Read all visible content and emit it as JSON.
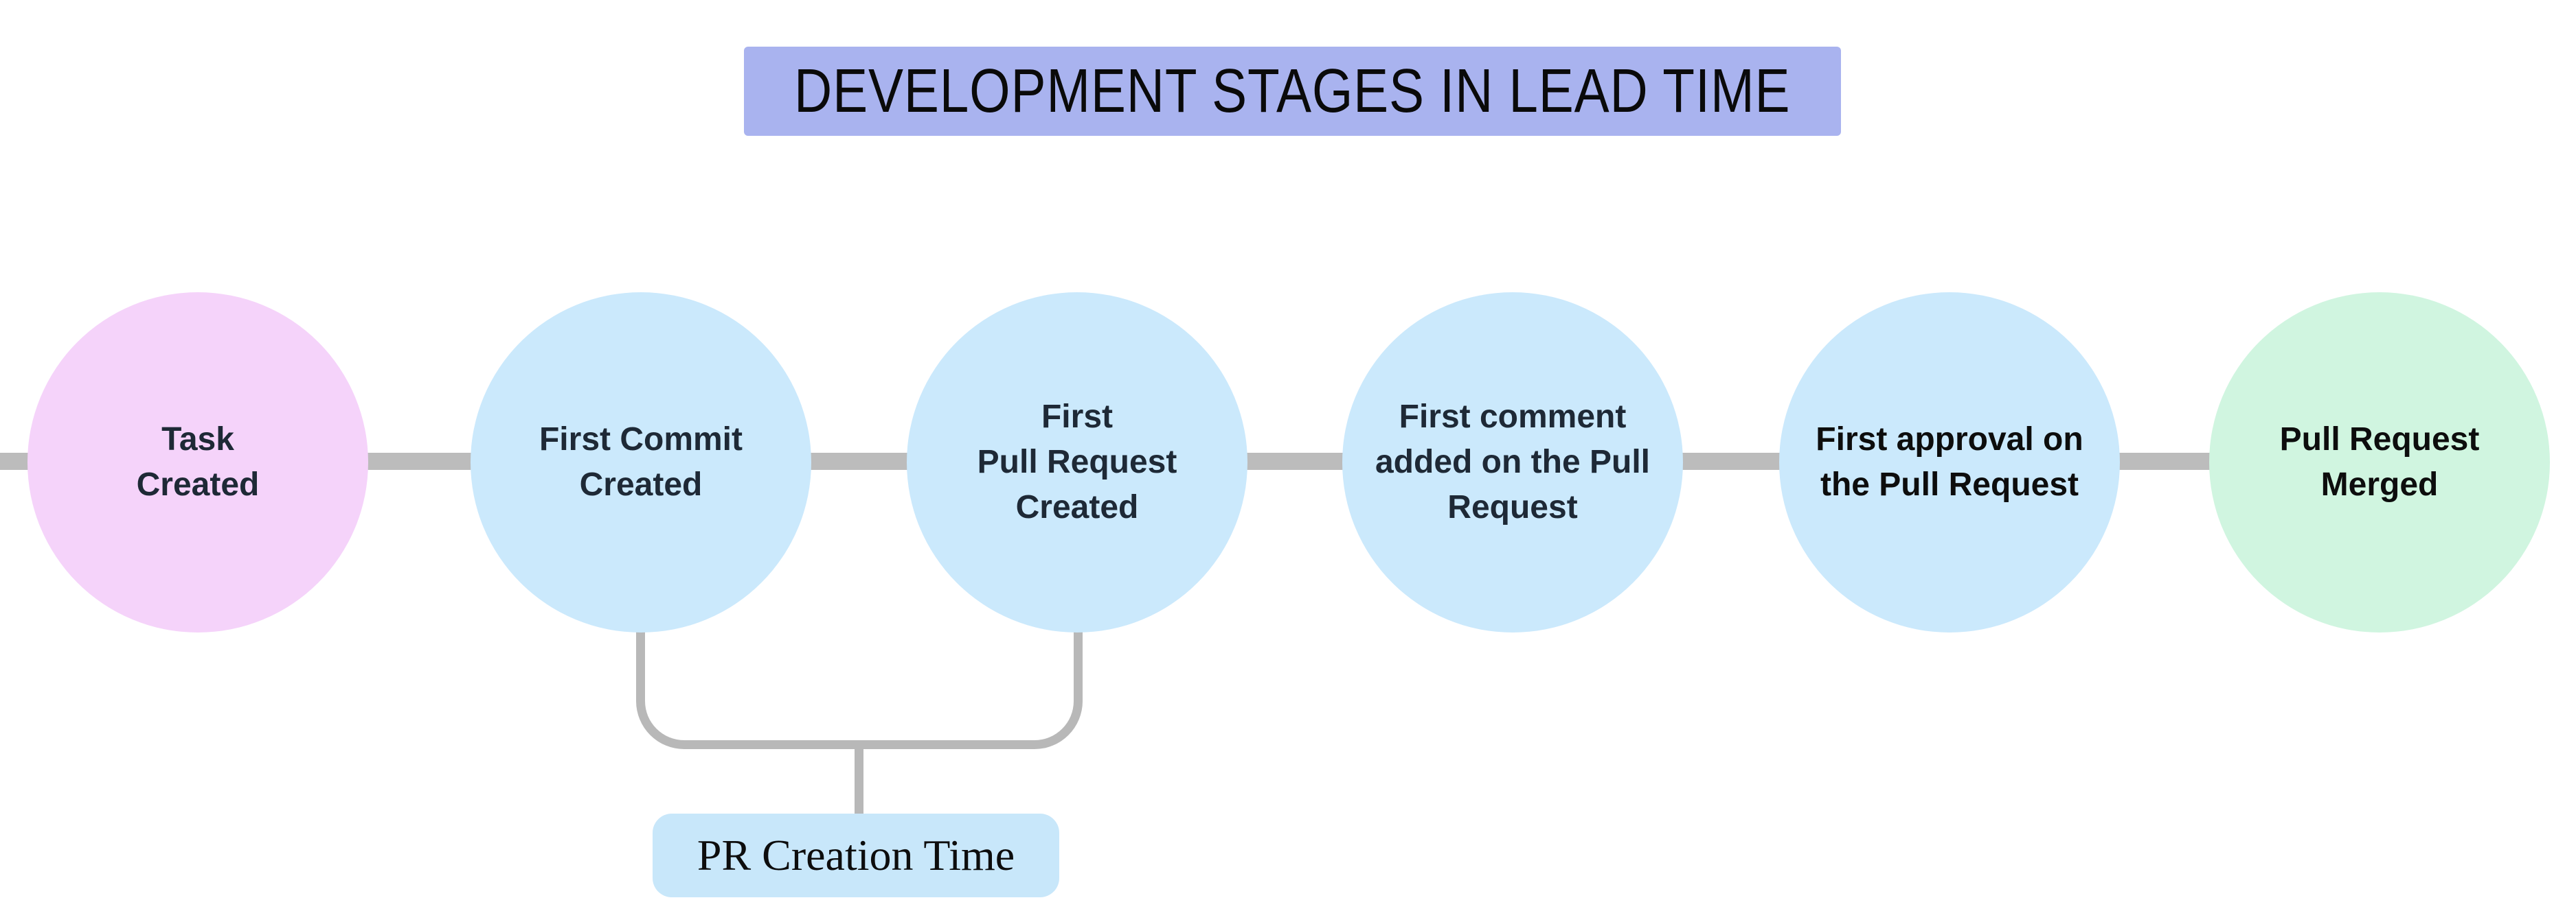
{
  "title": {
    "text": "DEVELOPMENT STAGES IN LEAD TIME",
    "background": "#a9b3ef",
    "text_color": "#0a0a0a"
  },
  "stages": [
    {
      "label": "Task\nCreated",
      "fill": "#f5d3fa",
      "text_color": "#1e2936"
    },
    {
      "label": "First Commit\nCreated",
      "fill": "#cbe9fc",
      "text_color": "#1e2936"
    },
    {
      "label": "First\nPull Request\nCreated",
      "fill": "#cbe9fc",
      "text_color": "#1e2936"
    },
    {
      "label": "First comment\nadded on the Pull\nRequest",
      "fill": "#cbe9fc",
      "text_color": "#1e2936"
    },
    {
      "label": "First approval on\nthe Pull Request",
      "fill": "#cbe9fc",
      "text_color": "#0d0d0d"
    },
    {
      "label": "Pull Request\nMerged",
      "fill": "#d0f5e0",
      "text_color": "#0d0d0d"
    }
  ],
  "bracket": {
    "label": "PR Creation Time",
    "label_background": "#c8e7fa",
    "label_text_color": "#0d0d0d",
    "line_color": "#b8b8b8",
    "spans_stages": [
      "First Commit Created",
      "First Pull Request Created"
    ]
  },
  "connector_color": "#bcbcbc"
}
